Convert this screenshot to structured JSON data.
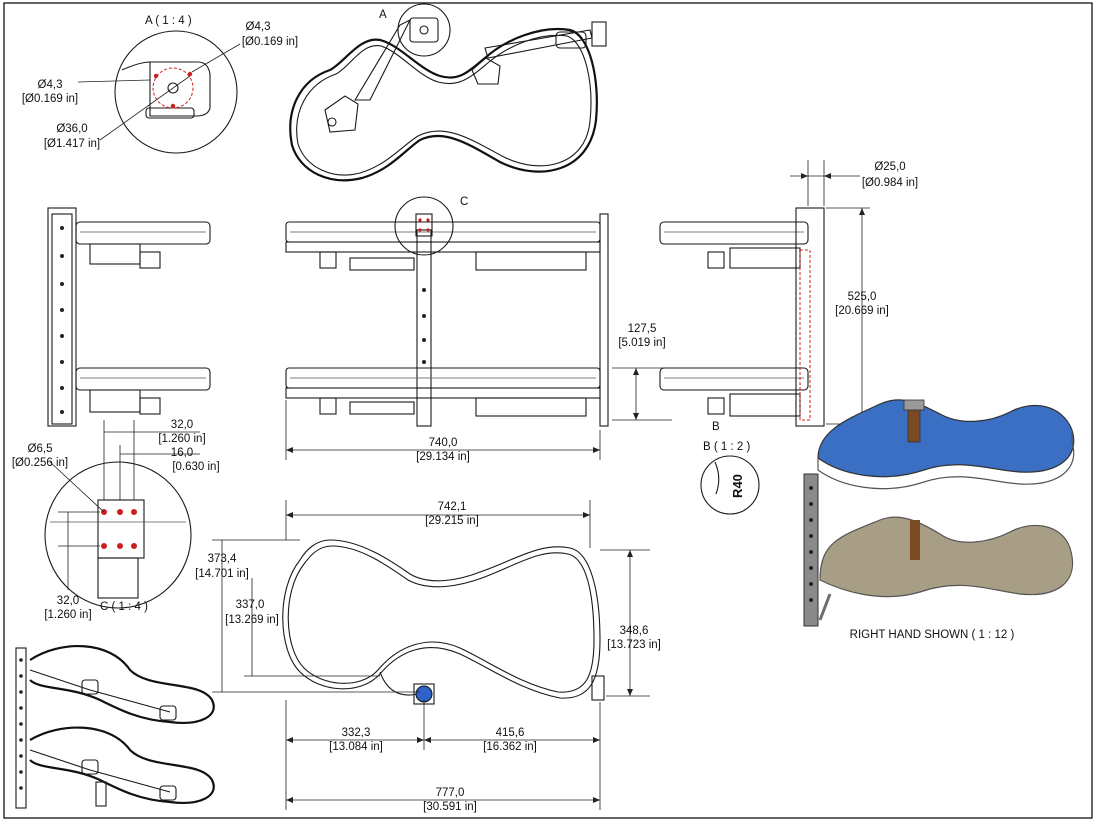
{
  "views": {
    "detail_a": {
      "title": "A ( 1 : 4 )",
      "hole_left": "Ø4,3",
      "hole_left_in": "[Ø0.169 in]",
      "hole_top": "Ø4,3",
      "hole_top_in": "[Ø0.169 in]",
      "bore": "Ø36,0",
      "bore_in": "[Ø1.417 in]"
    },
    "top_view": {
      "callout": "A"
    },
    "front_view": {
      "callout": "C",
      "height_step": "127,5",
      "height_step_in": "[5.019 in]",
      "width": "740,0",
      "width_in": "[29.134 in]"
    },
    "side_view": {
      "post_dia": "Ø25,0",
      "post_dia_in": "[Ø0.984 in]",
      "height": "525,0",
      "height_in": "[20.669 in]",
      "callout": "B"
    },
    "detail_b": {
      "title": "B ( 1 : 2 )",
      "radius": "R40"
    },
    "detail_c": {
      "title": "C ( 1 : 4 )",
      "hole": "Ø6,5",
      "hole_in": "[Ø0.256 in]",
      "w1": "32,0",
      "w1_in": "[1.260 in]",
      "w2": "16,0",
      "w2_in": "[0.630 in]",
      "h1": "32,0",
      "h1_in": "[1.260 in]"
    },
    "plan_view": {
      "top_width": "742,1",
      "top_width_in": "[29.215 in]",
      "depth_a": "373,4",
      "depth_a_in": "[14.701 in]",
      "depth_b": "337,0",
      "depth_b_in": "[13.269 in]",
      "depth_c": "348,6",
      "depth_c_in": "[13.723 in]",
      "left_w": "332,3",
      "left_w_in": "[13.084 in]",
      "right_w": "415,6",
      "right_w_in": "[16.362 in]",
      "total_w": "777,0",
      "total_w_in": "[30.591 in]"
    },
    "iso_view": {
      "caption": "RIGHT HAND SHOWN ( 1 : 12 )"
    }
  },
  "colors": {
    "upper_shelf": "#3a6fc4",
    "lower_shelf": "#a89e86",
    "post": "#7a4a22",
    "frame": "#6e6e6e"
  }
}
